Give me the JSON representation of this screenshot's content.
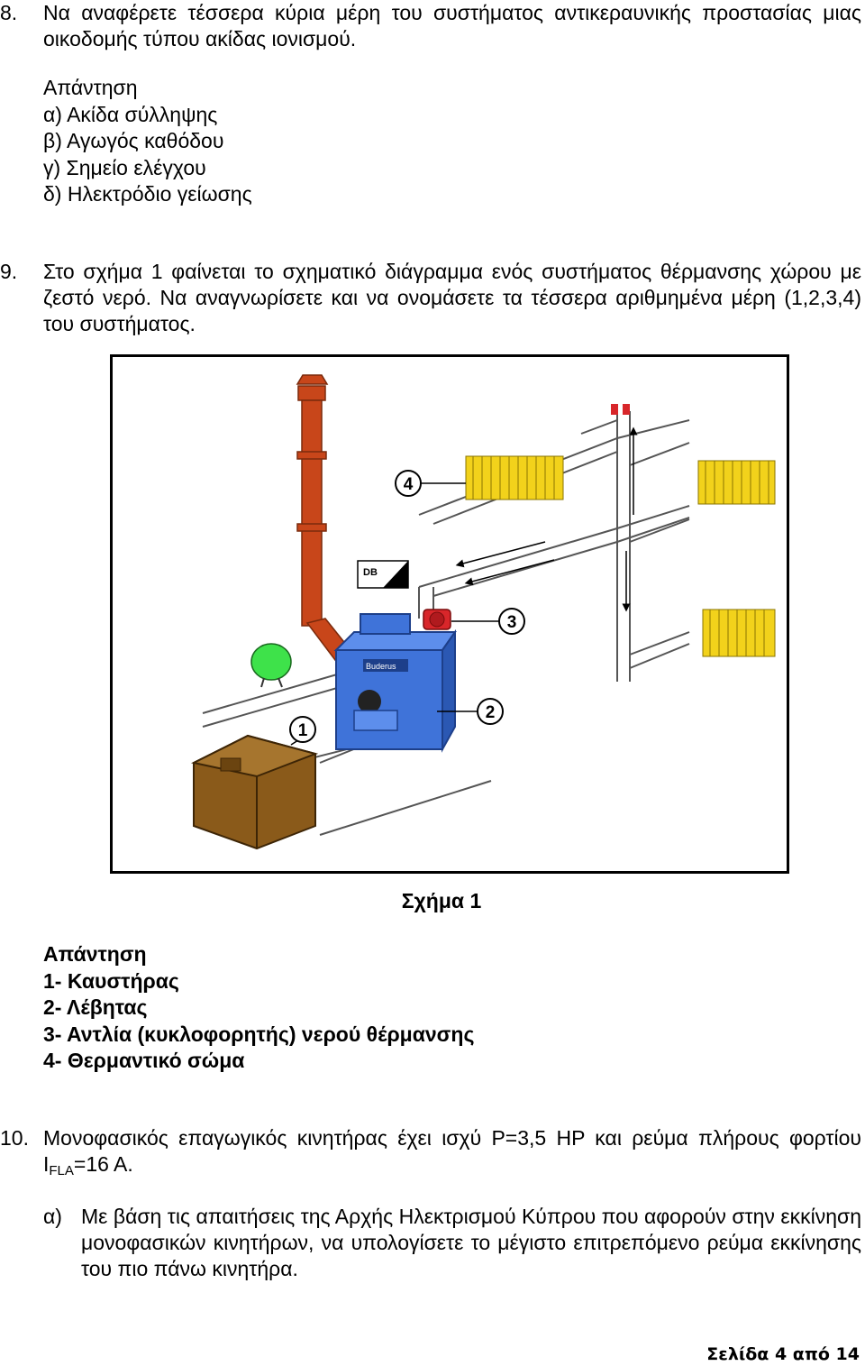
{
  "q8": {
    "number": "8.",
    "text": "Να αναφέρετε τέσσερα κύρια μέρη του συστήματος αντικεραυνικής προστασίας μιας οικοδομής τύπου ακίδας ιονισμού.",
    "answer_title": "Απάντηση",
    "answers": [
      "α) Ακίδα σύλληψης",
      "β) Αγωγός καθόδου",
      "γ) Σημείο ελέγχου",
      "δ) Ηλεκτρόδιο γείωσης"
    ]
  },
  "q9": {
    "number": "9.",
    "text": "Στο σχήμα 1 φαίνεται το σχηματικό διάγραμμα ενός συστήματος θέρμανσης χώρου με ζεστό νερό. Να αναγνωρίσετε και να ονομάσετε τα τέσσερα αριθμημένα μέρη (1,2,3,4) του συστήματος.",
    "figure": {
      "labels": [
        "1",
        "2",
        "3",
        "4"
      ],
      "tank_label": "DB",
      "boiler_brand": "Buderus"
    },
    "caption": "Σχήμα 1",
    "answer_title": "Απάντηση",
    "answers": [
      "1- Καυστήρας",
      "2- Λέβητας",
      "3- Αντλία (κυκλοφορητής) νερού θέρμανσης",
      "4- Θερμαντικό σώμα"
    ]
  },
  "q10": {
    "number": "10.",
    "text_before": "Μονοφασικός επαγωγικός κινητήρας έχει ισχύ P=3,5 HP και ρεύμα πλήρους φορτίου I",
    "subscript": "FLA",
    "text_after": "=16 A.",
    "sub_a_label": "α)",
    "sub_a_text": "Με βάση τις απαιτήσεις της Αρχής Ηλεκτρισμού Κύπρου που αφορούν στην εκκίνηση μονοφασικών κινητήρων, να υπολογίσετε το μέγιστο επιτρεπόμενο ρεύμα εκκίνησης του πιο πάνω κινητήρα."
  },
  "footer": {
    "page": "Σελίδα 4 από 14"
  },
  "colors": {
    "chimney": "#c8461a",
    "boiler": "#3f73d9",
    "radiator": "#f2d21b",
    "expansion_tank": "#3ee24a",
    "oil_tank": "#8a5a1a",
    "pump": "#d8262a"
  }
}
